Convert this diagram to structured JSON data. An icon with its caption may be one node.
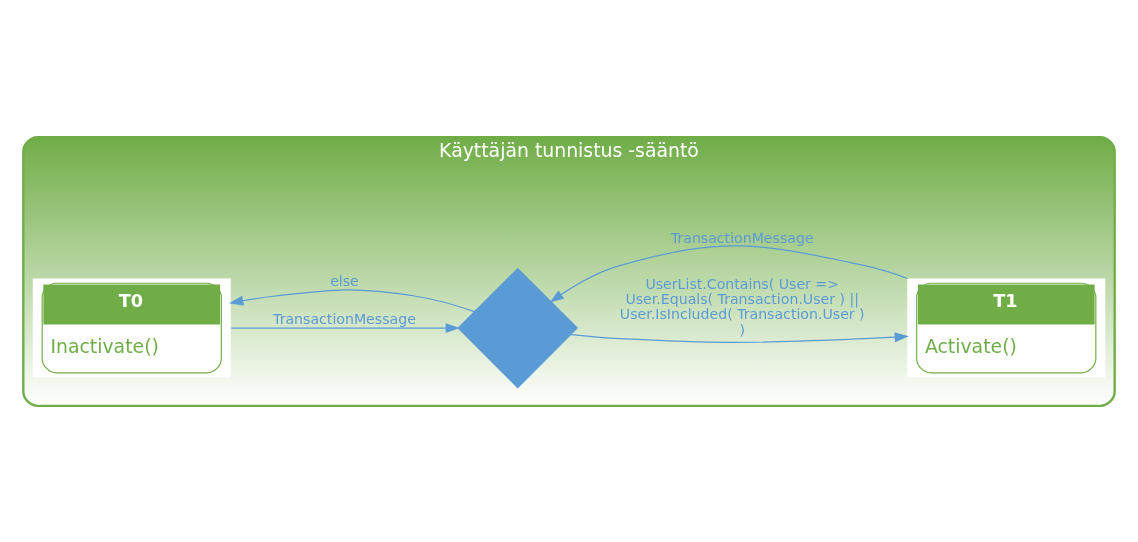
{
  "diagram": {
    "nodes": [
      {
        "text": [
          "Käyttäjän tunnistus -sääntö"
        ]
      },
      {
        "text": [
          "T0",
          "Inactivate()"
        ],
        "in": 0
      },
      {
        "text": [],
        "shape": "diamond",
        "in": 0
      },
      {
        "text": [
          "T1",
          "Activate()"
        ],
        "in": 0
      }
    ],
    "edges": [
      {
        "from": 1,
        "to": 2,
        "arrow": "to",
        "label": "TransactionMessage"
      },
      {
        "from": 2,
        "to": 3,
        "arrow": "to",
        "label": "UserList.Contains( User => User.Equals( Transaction.User ) || User.IsIncluded( Transaction.User ) )"
      },
      {
        "from": 3,
        "to": 2,
        "arrow": "to",
        "label": "TransactionMessage"
      },
      {
        "from": 2,
        "to": 1,
        "arrow": "to",
        "label": "else"
      }
    ]
  }
}
